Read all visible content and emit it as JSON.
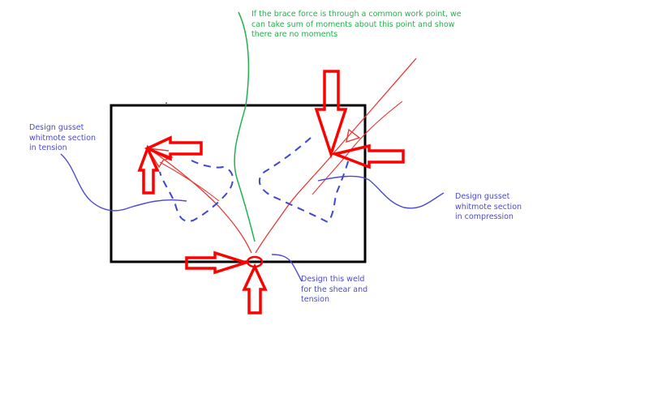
{
  "colors": {
    "plate": "#000000",
    "force": "#ff0000",
    "brace": "#e53935",
    "leader": "#4a4ad0",
    "work_point_line": "#22b14c",
    "note_green": "#22b14c",
    "note_blue": "#4a4ad0"
  },
  "annotations": {
    "work_point": [
      "If the brace force is through a common work point, we",
      "can take sum of moments about this point and show",
      "there are no moments"
    ],
    "gusset_tension": [
      "Design gusset",
      "whitmote section",
      "in tension"
    ],
    "gusset_compression": [
      "Design gusset",
      "whitmote section",
      "in compression"
    ],
    "weld": [
      "Design this weld",
      "for the shear and",
      "tension"
    ]
  }
}
